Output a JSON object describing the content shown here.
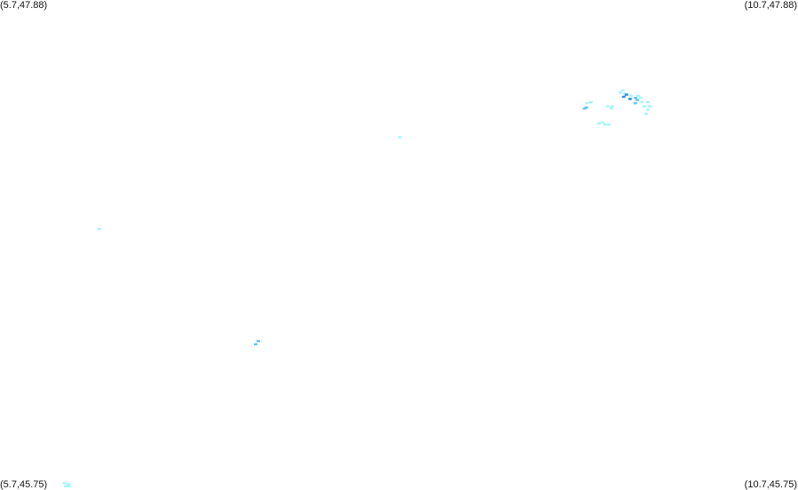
{
  "map": {
    "corners": {
      "top_left": "(5.7,47.88)",
      "top_right": "(10.7,47.88)",
      "bottom_left": "(5.7,45.75)",
      "bottom_right": "(10.7,45.75)"
    },
    "extent": {
      "lon_min": 5.7,
      "lon_max": 10.7,
      "lat_min": 45.75,
      "lat_max": 47.88
    },
    "colors": {
      "light": "#a6f4fb",
      "medium": "#5cc8f2",
      "dark": "#2a8ee6",
      "background": "#ffffff"
    },
    "cell_size_deg": [
      0.0223,
      0.0093
    ],
    "points": [
      {
        "lon": 9.3795,
        "lat": 47.4314,
        "level": "light"
      },
      {
        "lon": 9.4019,
        "lat": 47.4361,
        "level": "light"
      },
      {
        "lon": 9.3628,
        "lat": 47.4082,
        "level": "medium"
      },
      {
        "lon": 9.3739,
        "lat": 47.4129,
        "level": "medium"
      },
      {
        "lon": 9.508,
        "lat": 47.4175,
        "level": "light"
      },
      {
        "lon": 9.5359,
        "lat": 47.4175,
        "level": "light"
      },
      {
        "lon": 9.5303,
        "lat": 47.4082,
        "level": "light"
      },
      {
        "lon": 9.5862,
        "lat": 47.4778,
        "level": "light"
      },
      {
        "lon": 9.6029,
        "lat": 47.4871,
        "level": "light"
      },
      {
        "lon": 9.6141,
        "lat": 47.4732,
        "level": "light"
      },
      {
        "lon": 9.6085,
        "lat": 47.4593,
        "level": "dark"
      },
      {
        "lon": 9.6253,
        "lat": 47.4685,
        "level": "dark"
      },
      {
        "lon": 9.6476,
        "lat": 47.45,
        "level": "dark"
      },
      {
        "lon": 9.6532,
        "lat": 47.4639,
        "level": "light"
      },
      {
        "lon": 9.6811,
        "lat": 47.4546,
        "level": "medium"
      },
      {
        "lon": 9.6811,
        "lat": 47.4314,
        "level": "medium"
      },
      {
        "lon": 9.6923,
        "lat": 47.4453,
        "level": "medium"
      },
      {
        "lon": 9.6979,
        "lat": 47.4639,
        "level": "light"
      },
      {
        "lon": 9.7146,
        "lat": 47.4546,
        "level": "light"
      },
      {
        "lon": 9.7202,
        "lat": 47.4361,
        "level": "light"
      },
      {
        "lon": 9.737,
        "lat": 47.4175,
        "level": "light"
      },
      {
        "lon": 9.7593,
        "lat": 47.4361,
        "level": "light"
      },
      {
        "lon": 9.7705,
        "lat": 47.4175,
        "level": "light"
      },
      {
        "lon": 9.7593,
        "lat": 47.4036,
        "level": "light"
      },
      {
        "lon": 9.7482,
        "lat": 47.385,
        "level": "light"
      },
      {
        "lon": 9.4522,
        "lat": 47.3433,
        "level": "light"
      },
      {
        "lon": 9.4745,
        "lat": 47.3479,
        "level": "light"
      },
      {
        "lon": 9.4913,
        "lat": 47.3387,
        "level": "light"
      },
      {
        "lon": 9.5136,
        "lat": 47.3387,
        "level": "light"
      },
      {
        "lon": 8.2062,
        "lat": 47.2833,
        "level": "light"
      },
      {
        "lon": 6.3234,
        "lat": 46.8843,
        "level": "light"
      },
      {
        "lon": 7.3016,
        "lat": 46.3833,
        "level": "medium"
      },
      {
        "lon": 7.3184,
        "lat": 46.3972,
        "level": "medium"
      },
      {
        "lon": 6.1055,
        "lat": 45.7803,
        "level": "light"
      },
      {
        "lon": 6.1278,
        "lat": 45.7757,
        "level": "light"
      },
      {
        "lon": 6.1334,
        "lat": 45.7664,
        "level": "light"
      },
      {
        "lon": 6.1111,
        "lat": 45.7664,
        "level": "light"
      }
    ]
  }
}
